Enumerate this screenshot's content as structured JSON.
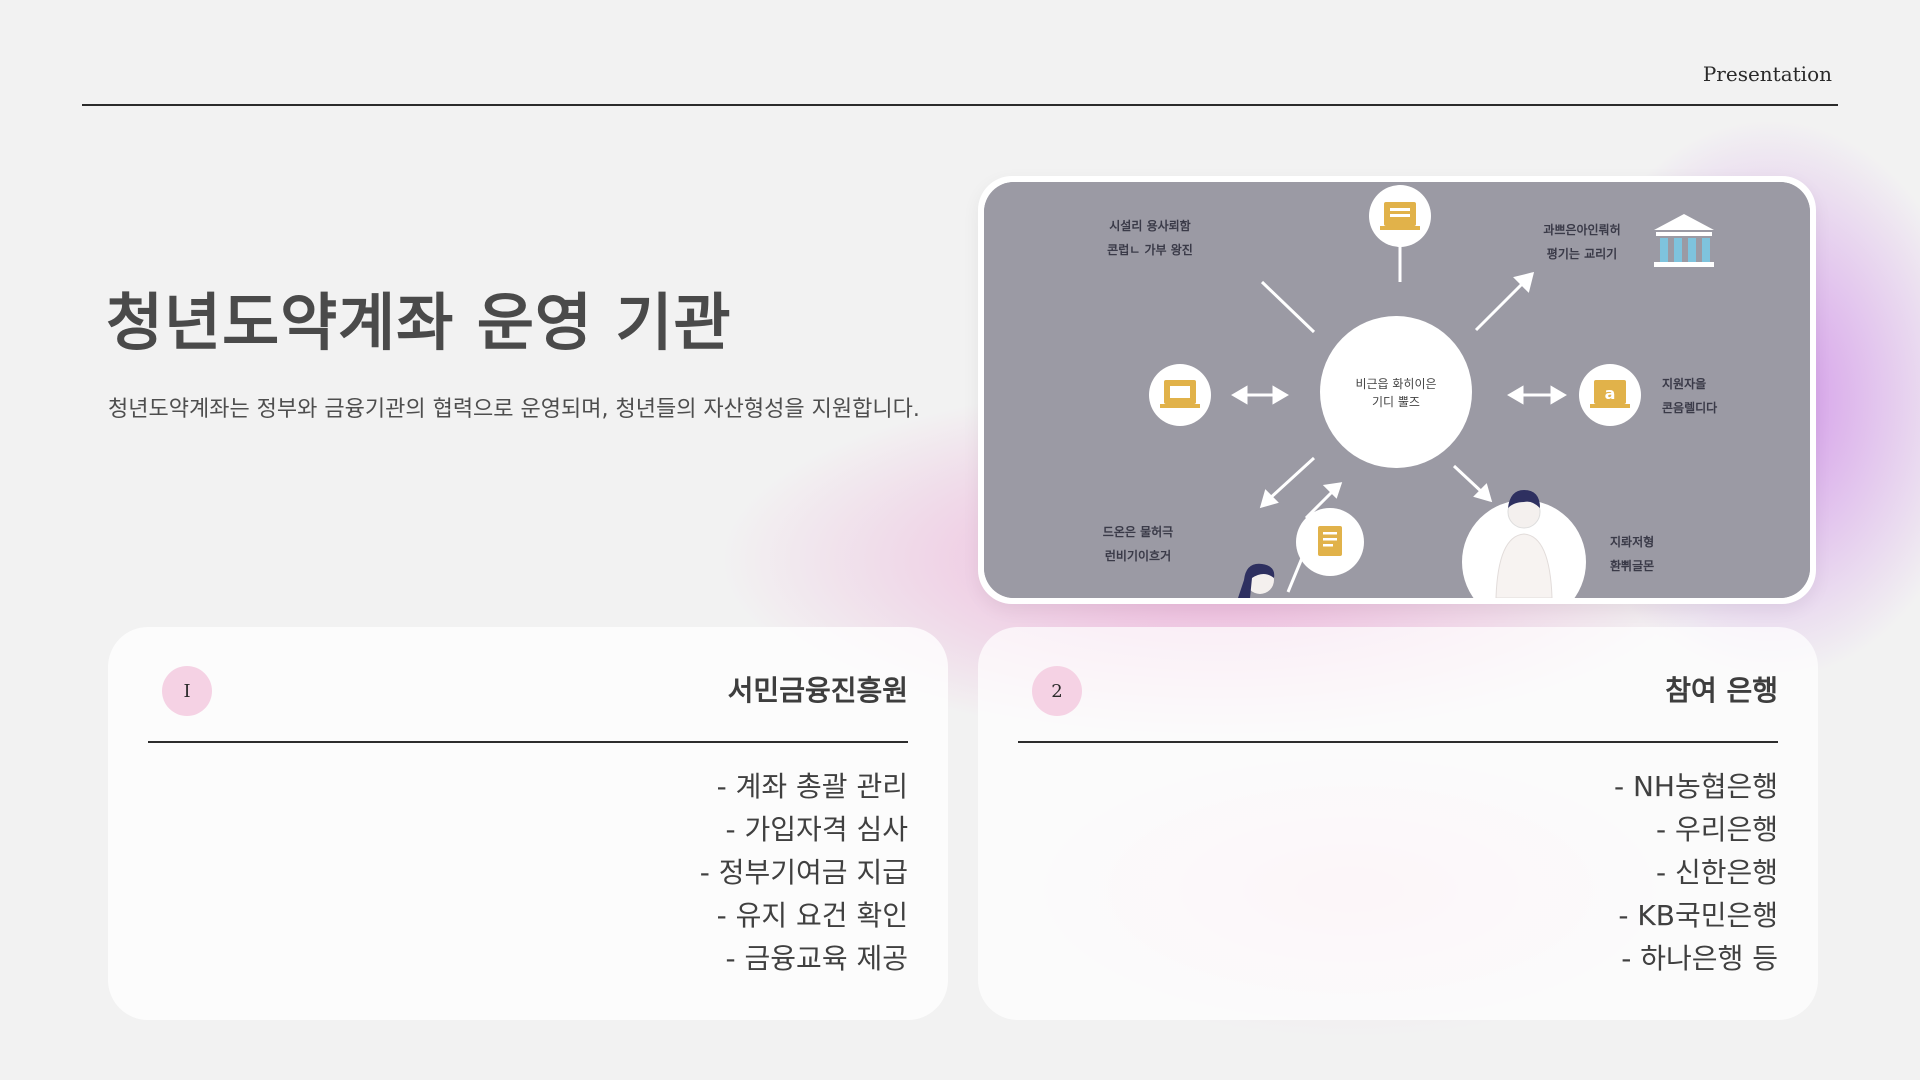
{
  "header": {
    "label": "Presentation"
  },
  "title": "청년도약계좌 운영 기관",
  "subtitle": "청년도약계좌는 정부와 금융기관의 협력으로 운영되며, 청년들의 자산형성을 지원합니다.",
  "image": {
    "center_text": [
      "비근읍 화히이은",
      "기디 뿔즈"
    ],
    "labels": {
      "top_left": [
        "시설리 용사뢰함",
        "콘럽ㄴ 가부 왕진"
      ],
      "top_right": [
        "과쁘은아인뤄허",
        "평기는 교리기"
      ],
      "right": [
        "지원자을",
        "콘음렐디다"
      ],
      "bottom_left": [
        "드온은 물허극",
        "런비기이흐거"
      ],
      "bottom_right": [
        "지롸저형",
        "환쀠글몬"
      ]
    },
    "colors": {
      "background": "#9b9aa4",
      "icon_gold": "#e1b24a",
      "bank_blue": "#7ec3dd"
    }
  },
  "cards": [
    {
      "number": "I",
      "title": "서민금융진흥원",
      "items": [
        "- 계좌 총괄 관리",
        "- 가입자격 심사",
        "- 정부기여금 지급",
        "- 유지 요건 확인",
        "- 금융교육 제공"
      ]
    },
    {
      "number": "2",
      "title": "참여 은행",
      "items": [
        "- NH농협은행",
        "- 우리은행",
        "- 신한은행",
        "- KB국민은행",
        "- 하나은행 등"
      ]
    }
  ],
  "colors": {
    "accent_pink": "#f5d2e4",
    "glow_pink": "#e878c4",
    "glow_purple": "#c878e6"
  }
}
